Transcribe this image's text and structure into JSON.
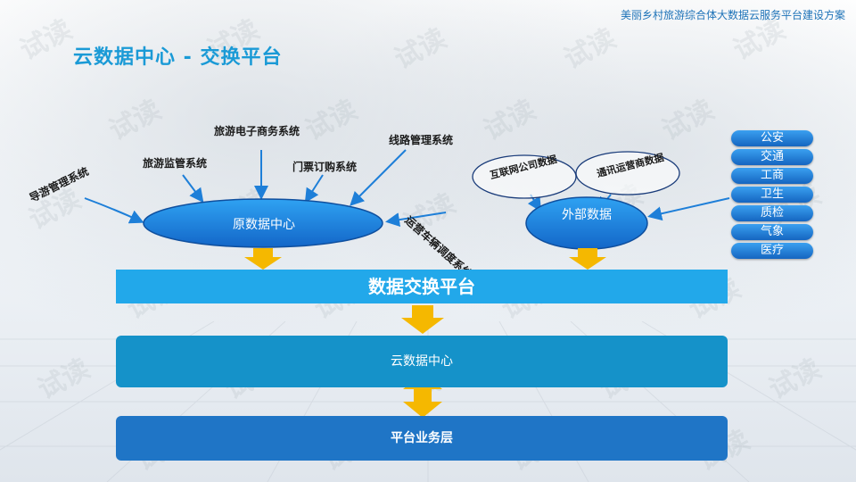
{
  "document_title": "美丽乡村旅游综合体大数据云服务平台建设方案",
  "slide_title": "云数据中心 - 交换平台",
  "sources": {
    "guide": "导游管理系统",
    "supervision": "旅游监管系统",
    "ecommerce": "旅游电子商务系统",
    "ticketing": "门票订购系统",
    "route": "线路管理系统",
    "vehicle": "运营车辆调度系统"
  },
  "original_data_center": "原数据中心",
  "external": {
    "internet": "互联网公司数据",
    "telecom": "通讯运营商数据",
    "external_data": "外部数据"
  },
  "departments": [
    "公安",
    "交通",
    "工商",
    "卫生",
    "质检",
    "气象",
    "医疗"
  ],
  "exchange_platform": "数据交换平台",
  "cloud_data_center": "云数据中心",
  "platform_layer": "平台业务层",
  "watermark": "试读",
  "colors": {
    "accent": "#1a9ad6",
    "ellipse_fill": "#1e8be0",
    "exchange_band": "#22a8ea",
    "cloud_band": "#1592c9",
    "platform_band": "#1f75c6",
    "arrow_yellow": "#f5b800"
  }
}
